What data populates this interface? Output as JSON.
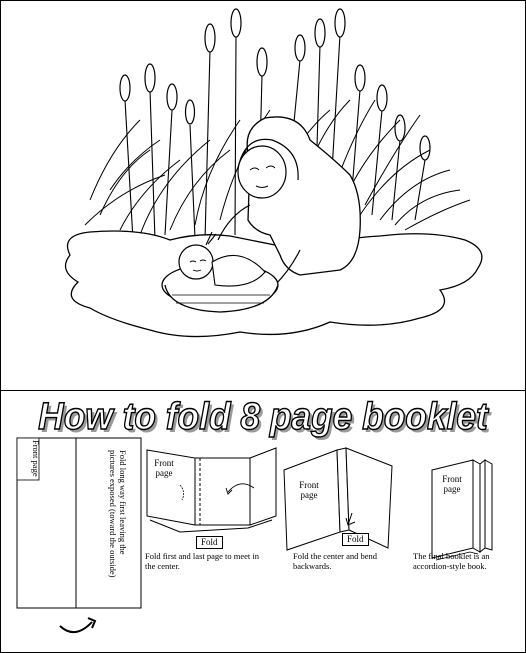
{
  "title": "How to fold 8 page booklet",
  "steps": [
    {
      "page_label": "Front page",
      "caption": "Fold long way first leaving the pictures exposed (toward the outside)"
    },
    {
      "page_label": "Front page",
      "fold_label": "Fold",
      "caption": "Fold first and last page to meet in the center."
    },
    {
      "page_label": "Front page",
      "fold_label": "Fold",
      "caption": "Fold the center and bend backwards."
    },
    {
      "page_label": "Front page",
      "caption": "The final booklet is an accordion-style book."
    }
  ]
}
